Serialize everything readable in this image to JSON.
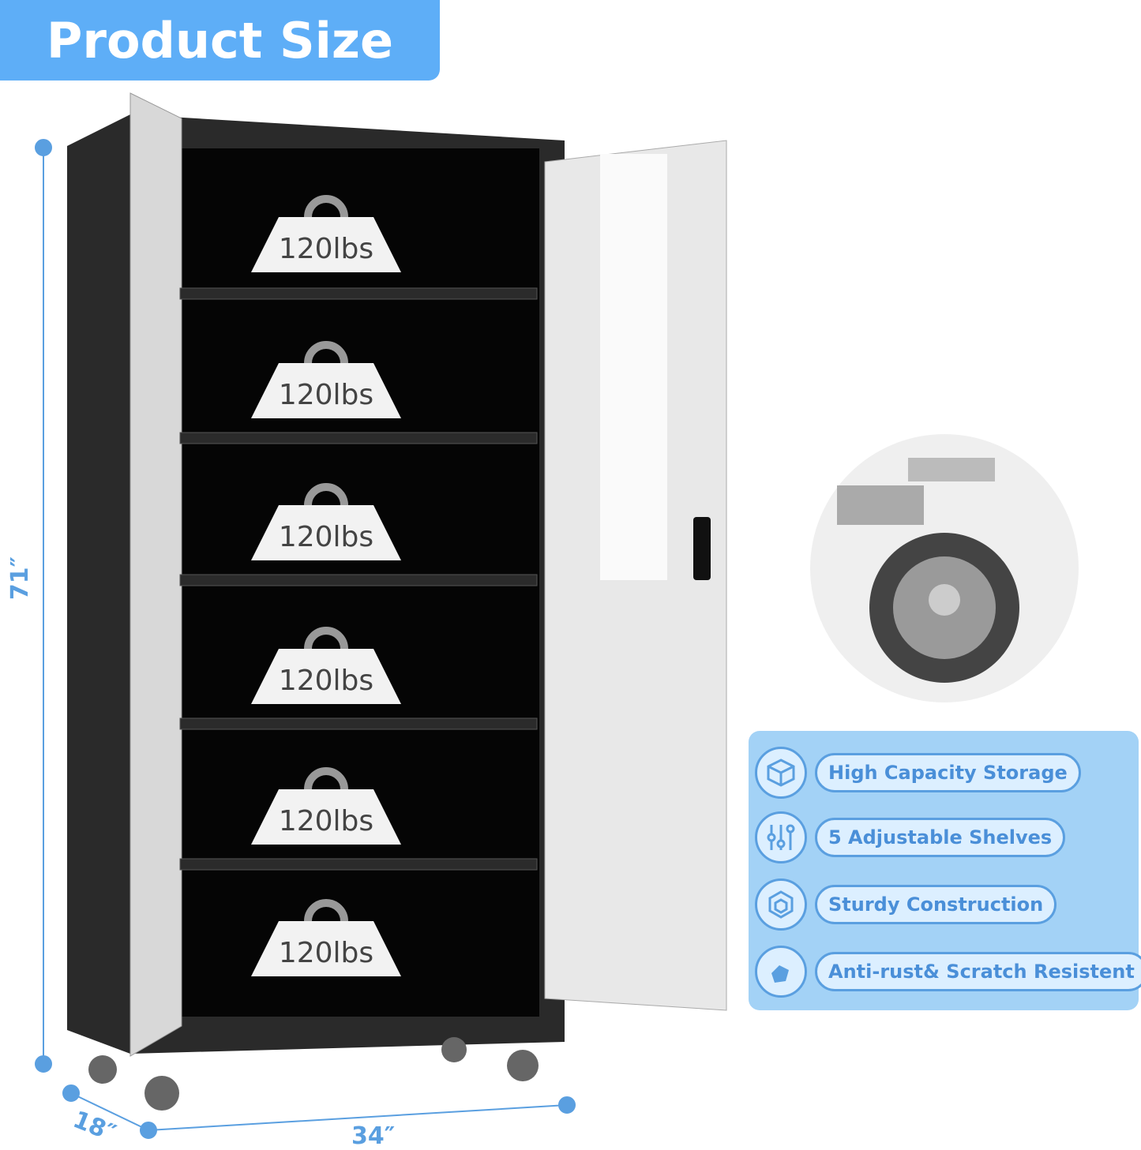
{
  "title": "Product Size",
  "dimensions": {
    "height": "71″",
    "depth": "18″",
    "width": "34″"
  },
  "shelf_load": [
    "120lbs",
    "120lbs",
    "120lbs",
    "120lbs",
    "120lbs",
    "120lbs"
  ],
  "features": [
    {
      "icon": "box-icon",
      "label": "High Capacity Storage"
    },
    {
      "icon": "sliders-icon",
      "label": "5 Adjustable Shelves"
    },
    {
      "icon": "structure-icon",
      "label": "Sturdy Construction"
    },
    {
      "icon": "shield-icon",
      "label": "Anti-rust& Scratch Resistent"
    }
  ],
  "colors": {
    "accent": "#5eaef7",
    "panel": "#a3d2f6",
    "pill": "#dcefff",
    "text": "#4a8fd8"
  }
}
